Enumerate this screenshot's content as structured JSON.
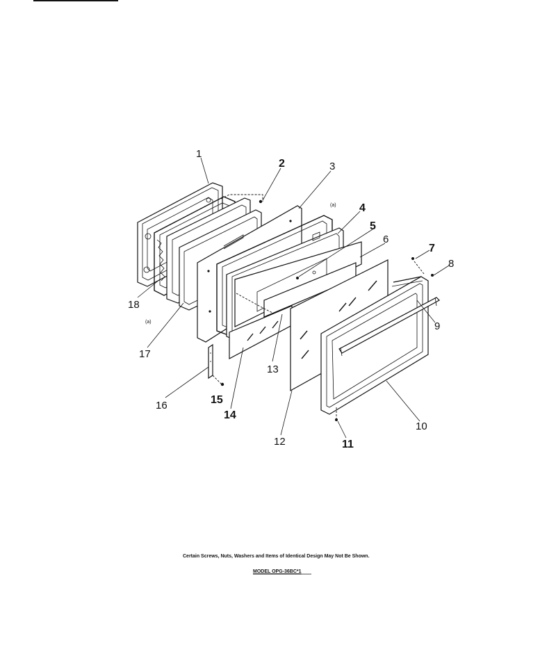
{
  "diagram": {
    "callouts": [
      {
        "id": "1",
        "text": "1"
      },
      {
        "id": "2",
        "text": "2"
      },
      {
        "id": "3",
        "text": "3"
      },
      {
        "id": "4",
        "text": "4"
      },
      {
        "id": "5",
        "text": "5"
      },
      {
        "id": "6",
        "text": "6"
      },
      {
        "id": "7",
        "text": "7"
      },
      {
        "id": "8",
        "text": "8"
      },
      {
        "id": "9",
        "text": "9"
      },
      {
        "id": "10",
        "text": "10"
      },
      {
        "id": "11",
        "text": "11"
      },
      {
        "id": "12",
        "text": "12"
      },
      {
        "id": "13",
        "text": "13"
      },
      {
        "id": "14",
        "text": "14"
      },
      {
        "id": "15",
        "text": "15"
      },
      {
        "id": "16",
        "text": "16"
      },
      {
        "id": "17",
        "text": "17"
      },
      {
        "id": "18",
        "text": "18"
      }
    ],
    "note_marks": [
      "(a)",
      "(a)"
    ],
    "footer_note": "Certain Screws, Nuts, Washers and Items of Identical Design May Not Be Shown.",
    "model_label": "MODEL OPG-36BC*1"
  }
}
